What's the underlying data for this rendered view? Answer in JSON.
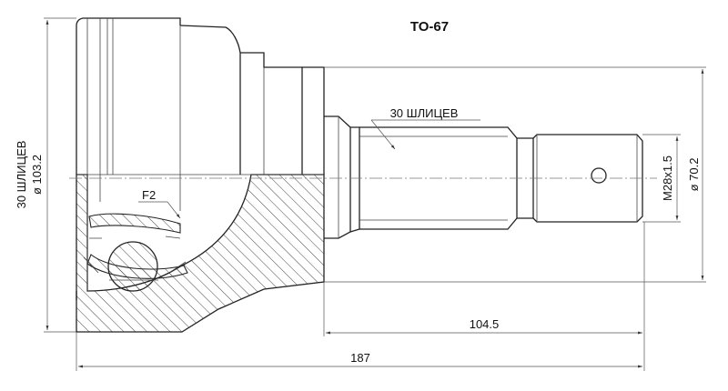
{
  "part_number": "TO-67",
  "labels": {
    "shaft_splines": "30 ШЛИЦЕВ",
    "housing_splines": "30 ШЛИЦЕВ",
    "housing_diameter": "ø 103.2",
    "thread": "M28x1.5",
    "flange_diameter": "ø 70.2",
    "section_mark": "F2"
  },
  "dimensions": {
    "shaft_length": "104.5",
    "overall_length": "187"
  }
}
